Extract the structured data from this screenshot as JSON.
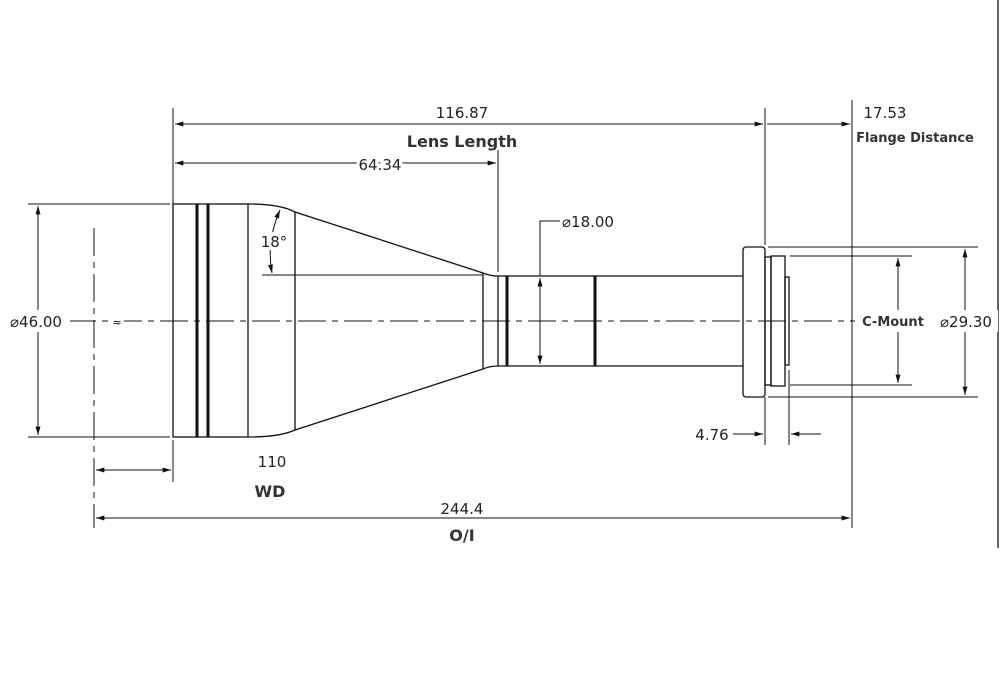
{
  "drawing": {
    "overall_length": "116.87",
    "overall_length_label": "Lens Length",
    "front_length": "64.34",
    "flange_distance": "17.53",
    "flange_distance_label": "Flange Distance",
    "tube_diameter": "⌀18.00",
    "front_diameter": "⌀46.00",
    "approx_symbol": "≈",
    "taper_angle": "18°",
    "mount_label": "C-Mount",
    "mount_diameter": "⌀29.30",
    "mount_thread_length": "4.76",
    "working_distance": "110",
    "working_distance_label": "WD",
    "object_image_distance": "244.4",
    "object_image_label": "O/I"
  }
}
